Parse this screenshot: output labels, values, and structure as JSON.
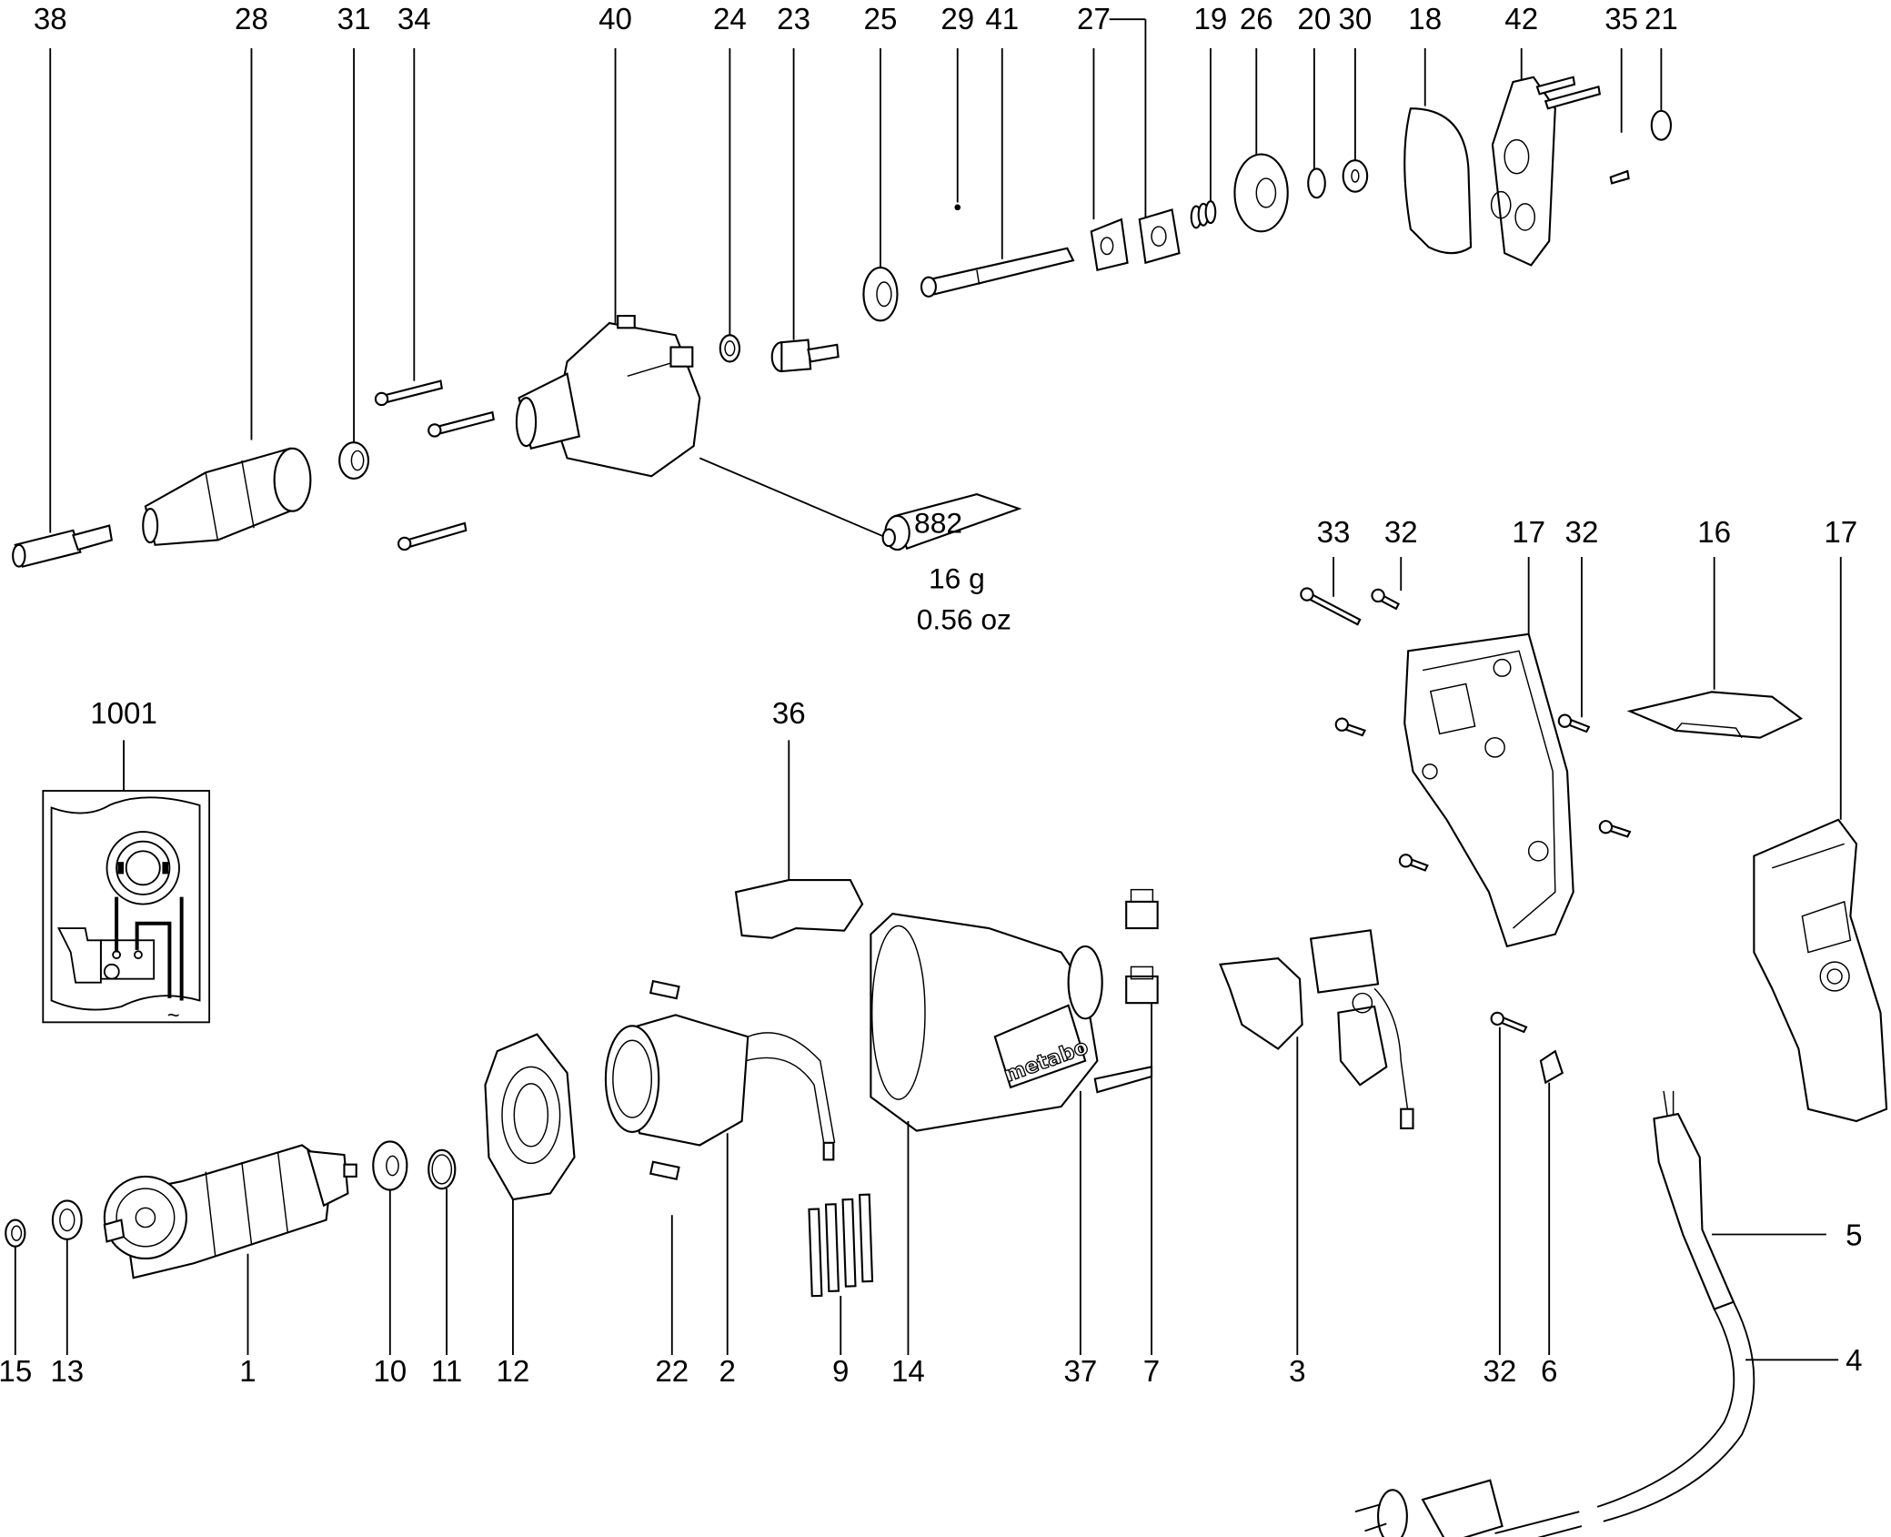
{
  "diagram": {
    "title": "Exploded parts diagram - electric screwdriver",
    "colors": {
      "ink": "#000000",
      "paper": "#ffffff"
    },
    "callouts_top": [
      {
        "id": "38"
      },
      {
        "id": "28"
      },
      {
        "id": "31"
      },
      {
        "id": "34"
      },
      {
        "id": "40"
      },
      {
        "id": "24"
      },
      {
        "id": "23"
      },
      {
        "id": "25"
      },
      {
        "id": "29"
      },
      {
        "id": "41"
      },
      {
        "id": "27"
      },
      {
        "id": "19"
      },
      {
        "id": "26"
      },
      {
        "id": "20"
      },
      {
        "id": "30"
      },
      {
        "id": "18"
      },
      {
        "id": "42"
      },
      {
        "id": "35"
      },
      {
        "id": "21"
      }
    ],
    "callouts_handle": [
      {
        "id": "33"
      },
      {
        "id": "32"
      },
      {
        "id": "17"
      },
      {
        "id": "32"
      },
      {
        "id": "16"
      },
      {
        "id": "17"
      }
    ],
    "callouts_mid": [
      {
        "id": "1001"
      },
      {
        "id": "36"
      }
    ],
    "callouts_bottom": [
      {
        "id": "15"
      },
      {
        "id": "13"
      },
      {
        "id": "1"
      },
      {
        "id": "10"
      },
      {
        "id": "11"
      },
      {
        "id": "12"
      },
      {
        "id": "22"
      },
      {
        "id": "2"
      },
      {
        "id": "9"
      },
      {
        "id": "14"
      },
      {
        "id": "37"
      },
      {
        "id": "7"
      },
      {
        "id": "3"
      },
      {
        "id": "32"
      },
      {
        "id": "6"
      }
    ],
    "callouts_right": [
      {
        "id": "5"
      },
      {
        "id": "4"
      }
    ],
    "grease": {
      "code": "882",
      "weight_g": "16 g",
      "weight_oz": "0.56 oz"
    },
    "brand_logo_text": "metabo",
    "wiring_symbol": "~"
  }
}
